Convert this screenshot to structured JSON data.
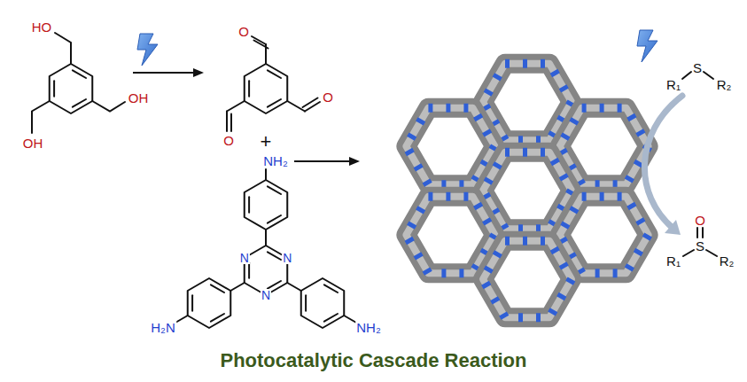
{
  "diagram": {
    "title": "Photocatalytic Cascade Reaction",
    "labels": [
      "HO",
      "OH",
      "OH",
      "O",
      "O",
      "O",
      "R₁",
      "S",
      "R₂",
      "+",
      "NH₂",
      "N",
      "N",
      "N",
      "O",
      "S",
      "R₁",
      "R₂",
      "H₂N",
      "NH₂"
    ]
  }
}
